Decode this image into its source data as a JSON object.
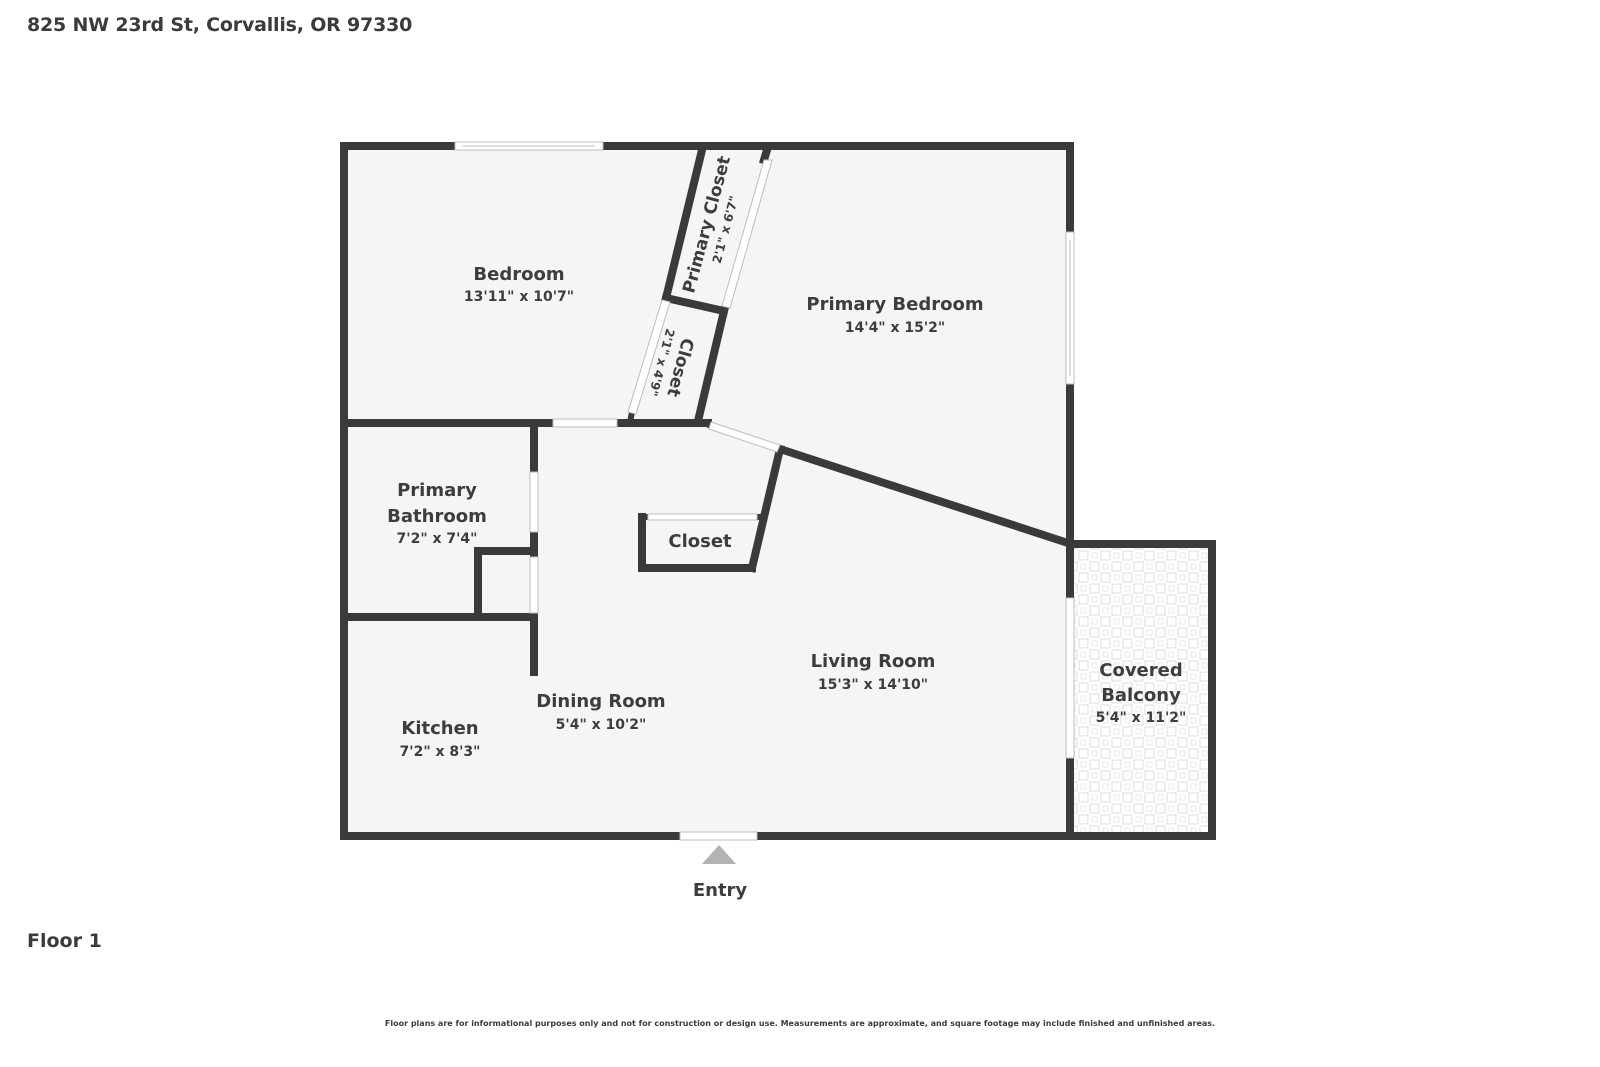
{
  "header": {
    "address": "825 NW 23rd St, Corvallis, OR 97330"
  },
  "floor": {
    "label": "Floor 1"
  },
  "rooms": [
    {
      "id": "bedroom",
      "name": "Bedroom",
      "dimensions": "13'11\" x 10'7\""
    },
    {
      "id": "primary-closet",
      "name": "Primary Closet",
      "dimensions": "2'1\" x 6'7\""
    },
    {
      "id": "closet-upper",
      "name": "Closet",
      "dimensions": "2'1\" x 4'9\""
    },
    {
      "id": "primary-bedroom",
      "name": "Primary Bedroom",
      "dimensions": "14'4\" x 15'2\""
    },
    {
      "id": "primary-bathroom",
      "name_line1": "Primary",
      "name_line2": "Bathroom",
      "dimensions": "7'2\" x 7'4\""
    },
    {
      "id": "closet-living",
      "name": "Closet"
    },
    {
      "id": "kitchen",
      "name": "Kitchen",
      "dimensions": "7'2\" x 8'3\""
    },
    {
      "id": "dining-room",
      "name": "Dining Room",
      "dimensions": "5'4\" x 10'2\""
    },
    {
      "id": "living-room",
      "name": "Living Room",
      "dimensions": "15'3\" x 14'10\""
    },
    {
      "id": "covered-balcony",
      "name_line1": "Covered",
      "name_line2": "Balcony",
      "dimensions": "5'4\" x 11'2\""
    }
  ],
  "entry": {
    "label": "Entry"
  },
  "footer": {
    "disclaimer": "Floor plans are for informational purposes only and not for construction or design use. Measurements are approximate, and square footage may include finished and unfinished areas."
  },
  "colors": {
    "wall": "#3a3a3a",
    "floor_fill": "#f5f5f5",
    "entry_arrow": "#b3b3b3",
    "balcony_pattern": "#d9d9d9"
  }
}
